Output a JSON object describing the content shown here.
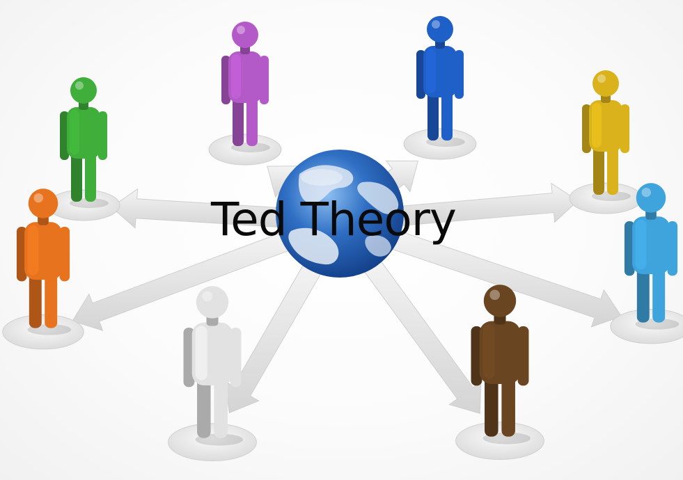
{
  "title": "Ted Theory",
  "colors": {
    "background": "#ffffff",
    "title_text": "#0a0a0a",
    "globe_ocean": "#2f6fc4",
    "globe_land": "#dfe8f3",
    "arrow": "#e4e4e4",
    "platform": "#eeeeee"
  },
  "figures": [
    {
      "name": "purple-figure",
      "color": "#b45ac8"
    },
    {
      "name": "blue-figure",
      "color": "#1f5fc8"
    },
    {
      "name": "green-figure",
      "color": "#3fae3a"
    },
    {
      "name": "yellow-figure",
      "color": "#d9b21c"
    },
    {
      "name": "orange-figure",
      "color": "#e8731f"
    },
    {
      "name": "light-blue-figure",
      "color": "#3fa4dc"
    },
    {
      "name": "white-figure",
      "color": "#e2e2e2"
    },
    {
      "name": "brown-figure",
      "color": "#6a4521"
    }
  ]
}
